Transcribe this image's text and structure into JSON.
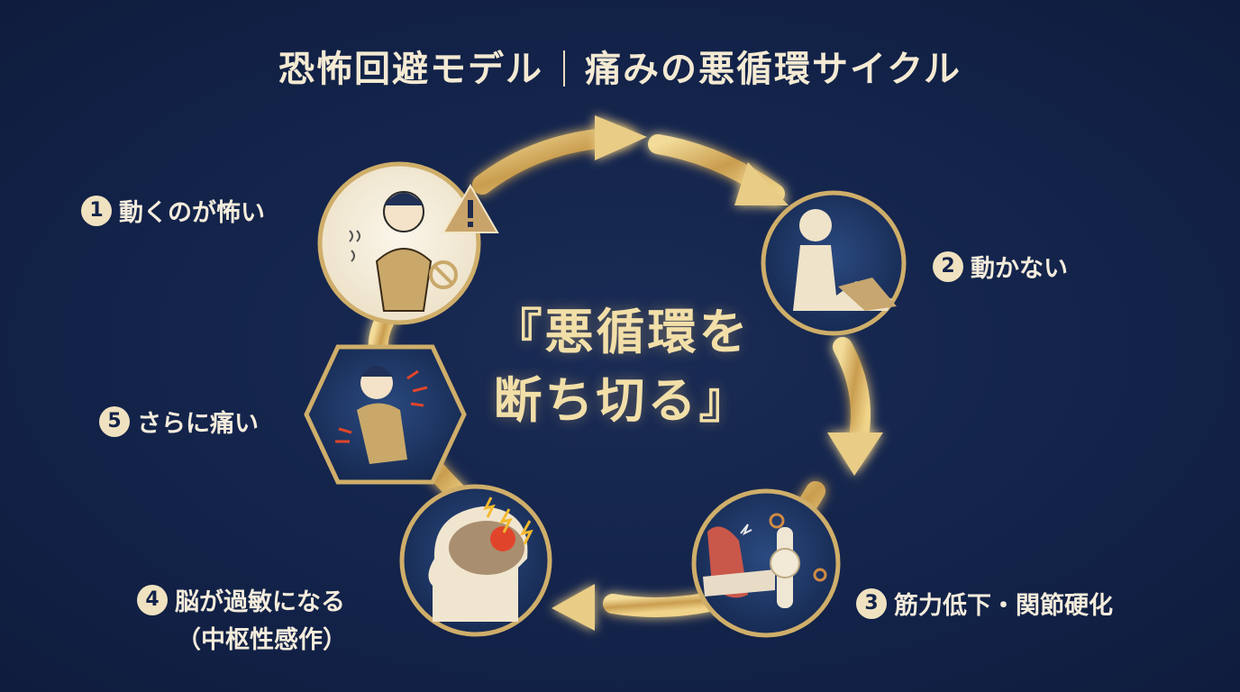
{
  "title": {
    "left": "恐怖回避モデル",
    "right": "痛みの悪循環サイクル"
  },
  "center": {
    "line1": "『悪循環を",
    "line2": "断ち切る』"
  },
  "steps": [
    {
      "number": "1",
      "label": "動くのが怖い"
    },
    {
      "number": "2",
      "label": "動かない"
    },
    {
      "number": "3",
      "label": "筋力低下・関節硬化"
    },
    {
      "number": "4",
      "label": "脳が過敏になる",
      "sublabel": "（中枢性感作）"
    },
    {
      "number": "5",
      "label": "さらに痛い"
    }
  ],
  "icons": [
    "warning-icon",
    "no-entry-icon",
    "gear-icon",
    "lightning-icon"
  ],
  "colors": {
    "background": "#13234a",
    "gold": "#d9b468",
    "cream": "#f4ecdc"
  }
}
